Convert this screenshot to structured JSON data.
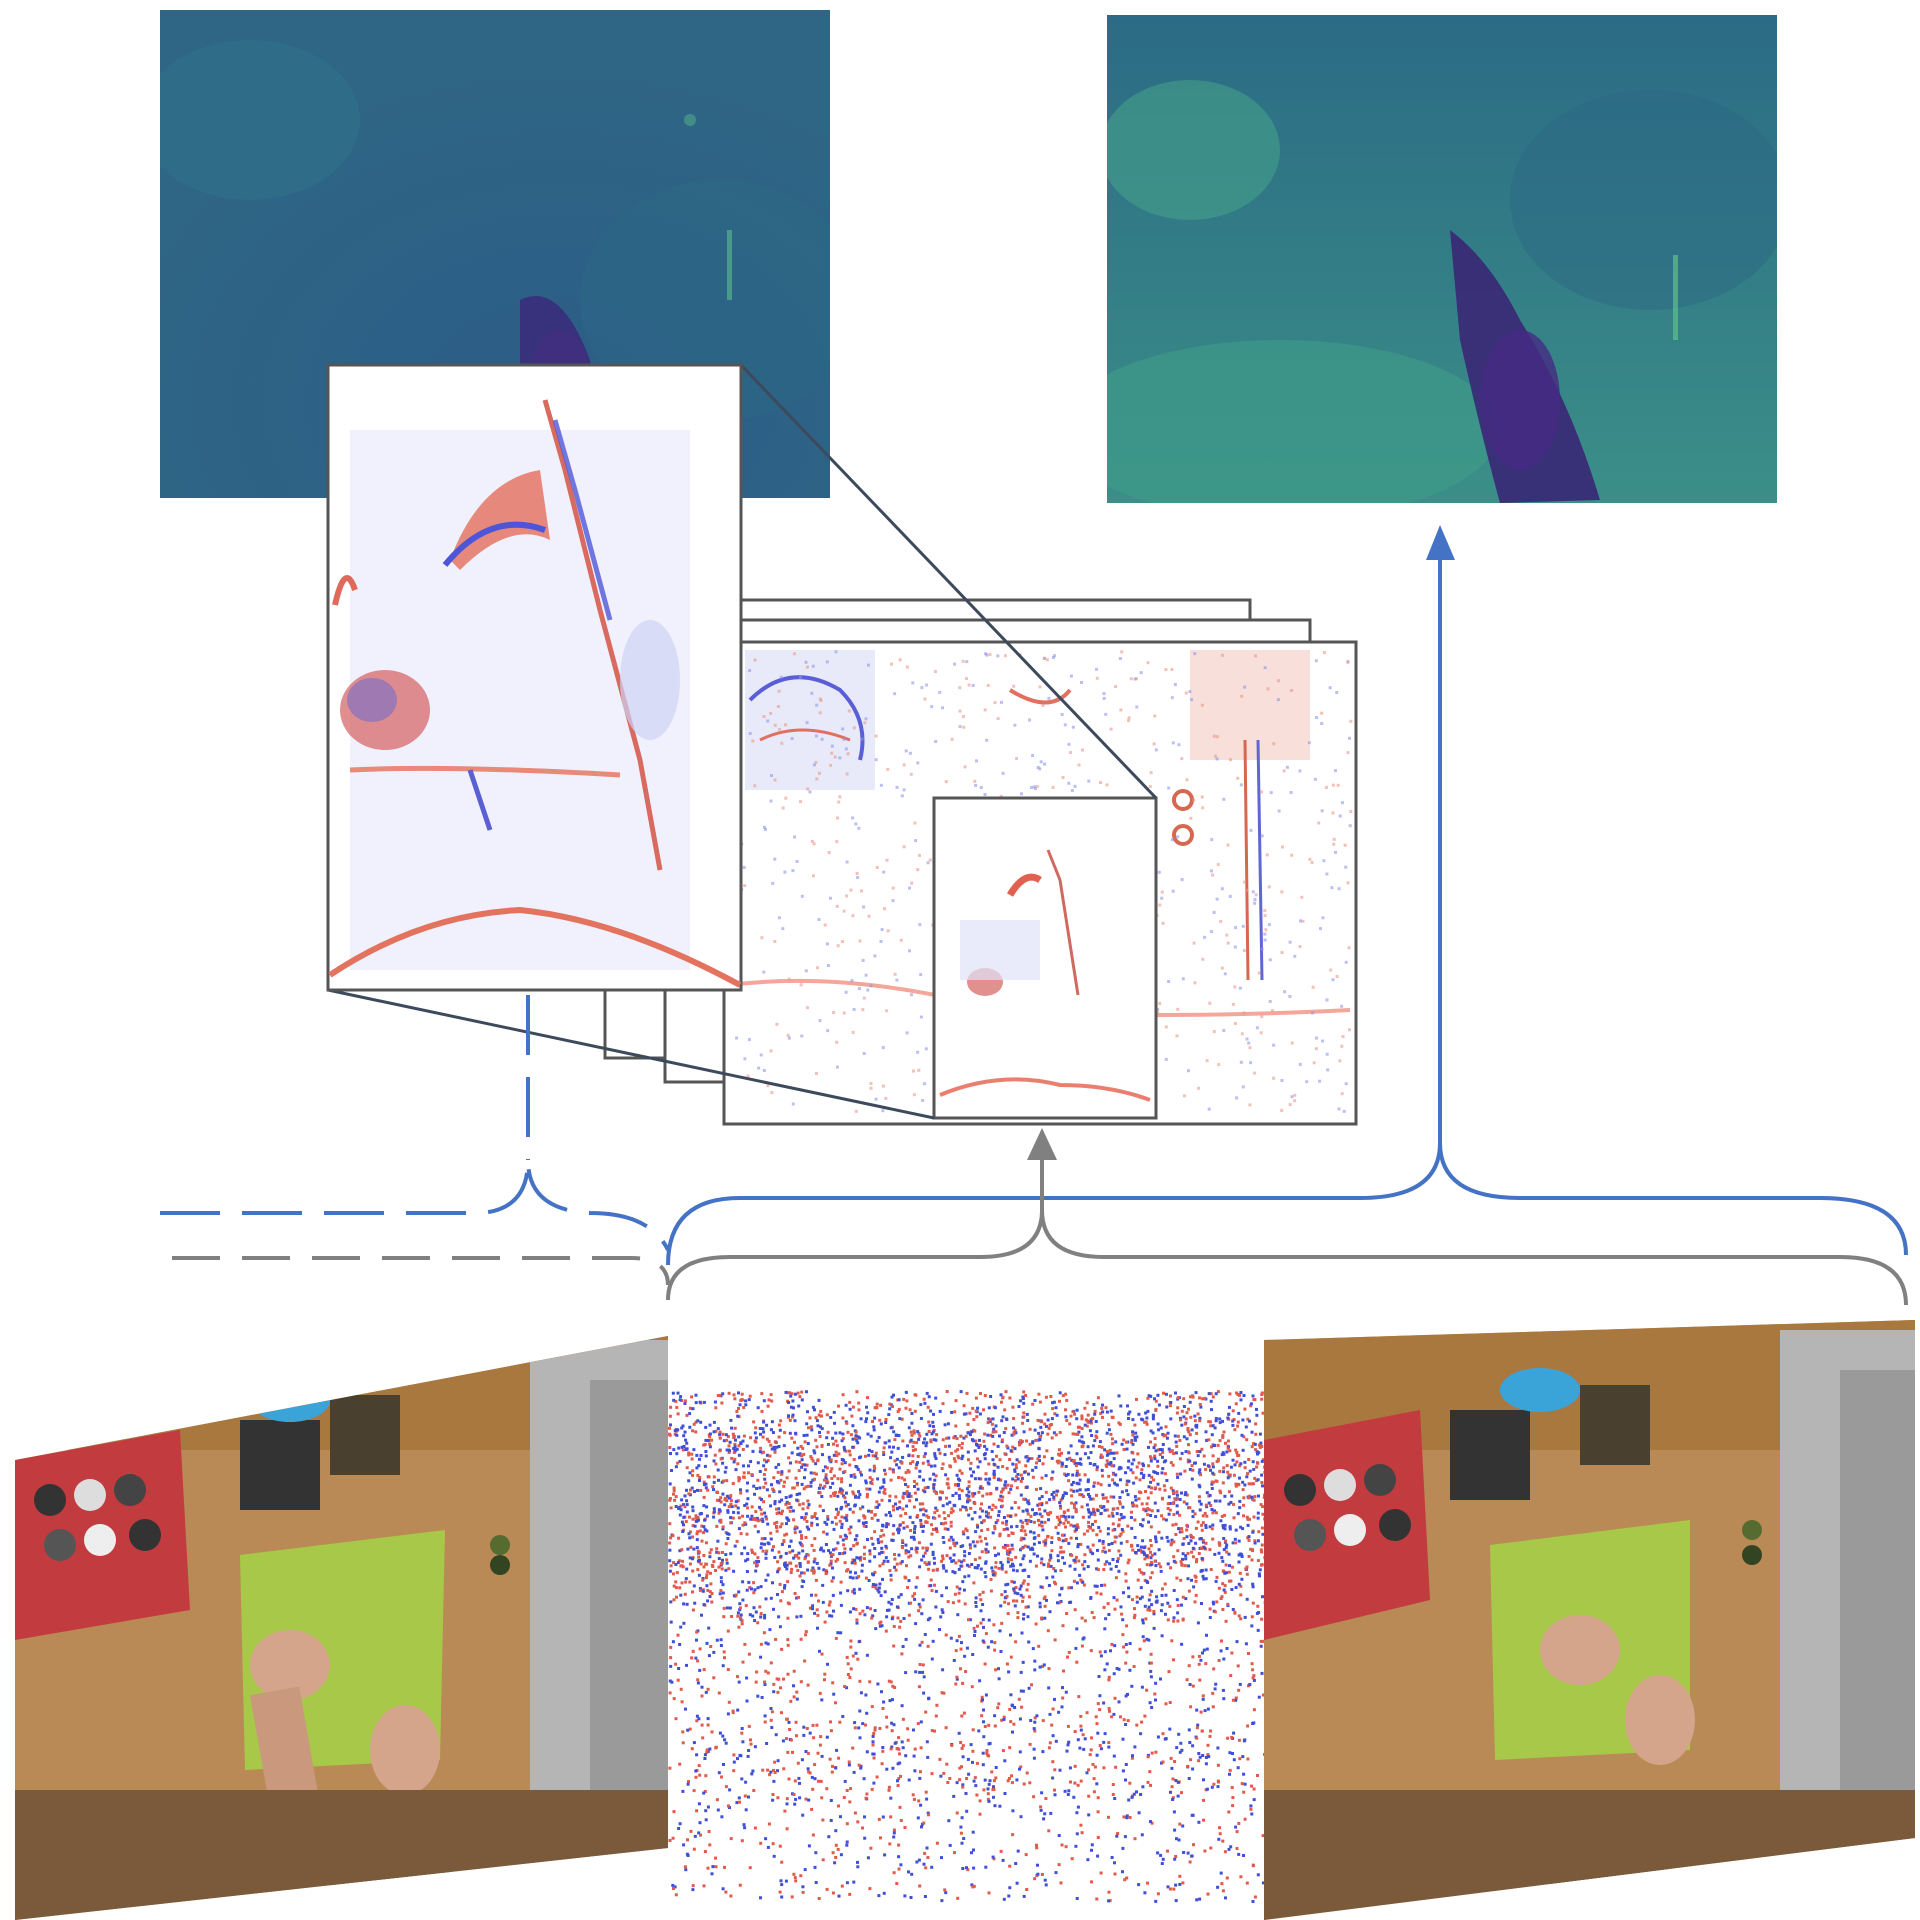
{
  "colors": {
    "background": "#ffffff",
    "depth_dark": "#3a2a78",
    "depth_mid": "#2f6a8c",
    "depth_light": "#3f9a8a",
    "event_positive": "#e25a4a",
    "event_negative": "#3f4fd8",
    "temporal_link_blue": "#4472c4",
    "temporal_link_gray": "#808080",
    "frame_border": "#555555",
    "cutting_board": "#a8c84a",
    "countertop": "#b98a55",
    "sink": "#b5b5b5"
  },
  "panels": {
    "depth_prediction_left": {
      "colormap": "viridis"
    },
    "depth_prediction_right": {
      "colormap": "viridis"
    },
    "event_frame_stack": {
      "stacked_frames": 4
    },
    "rgb_frame_left": {
      "scene": "kitchen-top-down"
    },
    "event_stream": {
      "polarity_colors": [
        "event_positive",
        "event_negative"
      ]
    },
    "rgb_frame_right": {
      "scene": "kitchen-top-down"
    }
  }
}
